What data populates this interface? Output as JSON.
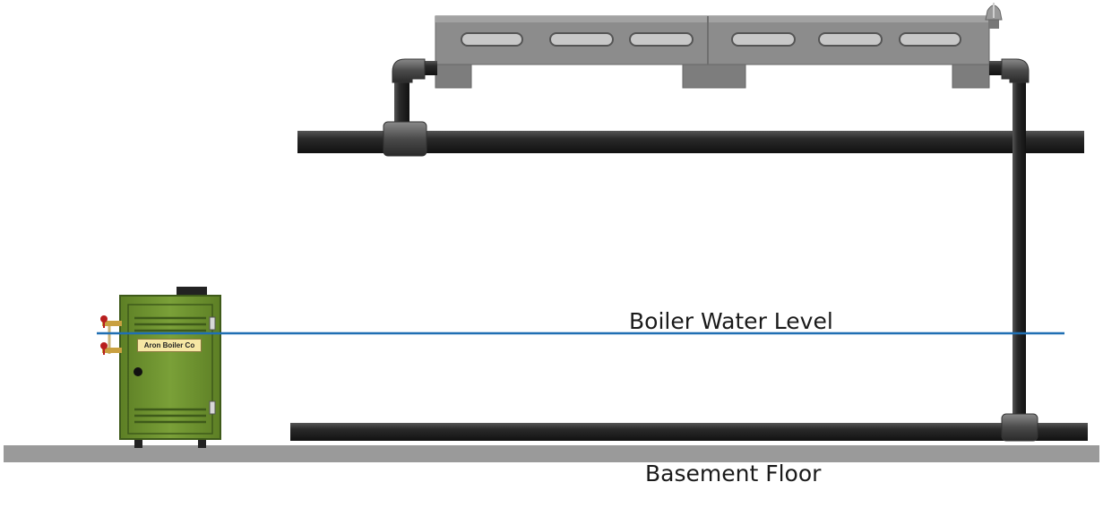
{
  "labels": {
    "water_level": "Boiler Water Level",
    "floor": "Basement Floor",
    "boiler_plate": "Aron Boiler Co"
  },
  "colors": {
    "pipe": "#1e1e1e",
    "pipe_highlight": "#555555",
    "radiator": "#8c8c8c",
    "radiator_dark": "#6f6f6f",
    "boiler_green": "#6b8f2f",
    "boiler_dark": "#3e5a1a",
    "water_line": "#1f6fb3",
    "floor": "#9a9a9a",
    "valve_red": "#b81e1e"
  },
  "icons": [
    "radiator",
    "air-vent-valve",
    "pipe-elbow",
    "pipe-tee",
    "boiler",
    "gauge-glass-valve"
  ]
}
